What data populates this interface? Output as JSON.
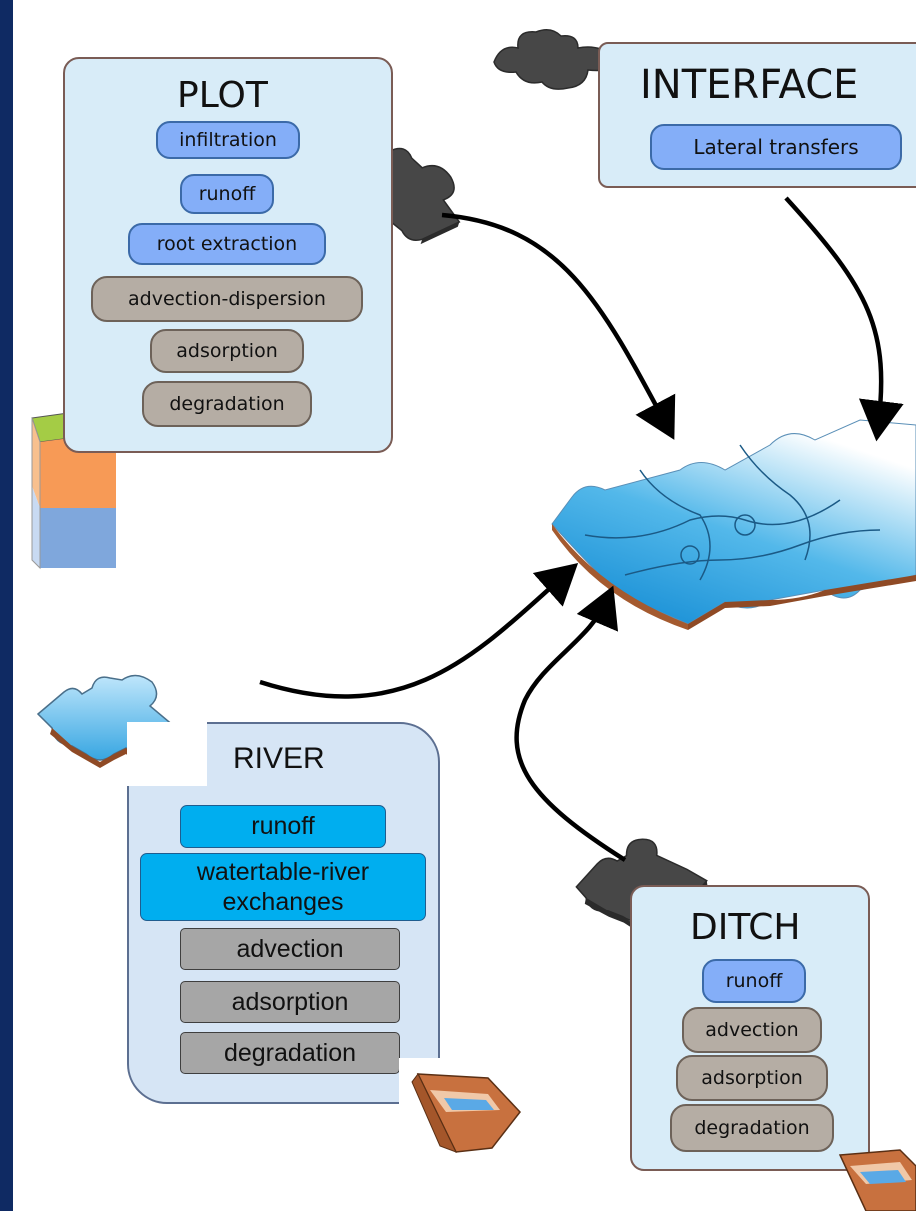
{
  "colors": {
    "frame": "#0f2a63",
    "panel_fill": "#d8ecf8",
    "process_blue": "#84aef8",
    "process_grey": "#b5ada4",
    "river_cyan": "#00aeef",
    "river_grey": "#a6a6a6",
    "puzzle_dark": "#4a4a4a",
    "puzzle_water": "#2f9fd8",
    "soil_orange": "#f79a56",
    "arrow": "#000000"
  },
  "plot": {
    "title": "PLOT",
    "processes": [
      "infiltration",
      "runoff",
      "root extraction",
      "advection-dispersion",
      "adsorption",
      "degradation"
    ]
  },
  "interface": {
    "title": "INTERFACE",
    "processes": [
      "Lateral transfers"
    ]
  },
  "river": {
    "title": "RIVER",
    "processes": [
      "runoff",
      "watertable-river exchanges",
      "advection",
      "adsorption",
      "degradation"
    ]
  },
  "ditch": {
    "title": "DITCH",
    "processes": [
      "runoff",
      "advection",
      "adsorption",
      "degradation"
    ]
  },
  "icons": {
    "plot_piece": "dark-puzzle-piece-icon",
    "interface_piece": "dark-puzzle-piece-icon",
    "river_piece": "water-puzzle-piece-icon",
    "ditch_piece": "dark-puzzle-piece-icon",
    "assembled_model": "assembled-puzzle-icon",
    "soil_column": "soil-column-icon",
    "channel": "trough-icon"
  }
}
